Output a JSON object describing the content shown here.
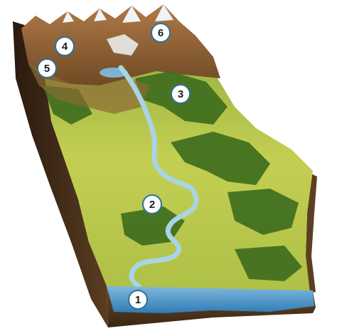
{
  "markers": [
    {
      "id": "m1",
      "label": "1"
    },
    {
      "id": "m2",
      "label": "2"
    },
    {
      "id": "m3",
      "label": "3"
    },
    {
      "id": "m4",
      "label": "4"
    },
    {
      "id": "m5",
      "label": "5"
    },
    {
      "id": "m6",
      "label": "6"
    }
  ],
  "colors": {
    "sky": "#ffffff",
    "plain_green": "#b9c94a",
    "forest_green": "#3f6e1e",
    "soil_dark": "#3a2716",
    "mountain_brown": "#8a5a32",
    "snow": "#eef3f5",
    "lake_blue": "#4f96c8",
    "river_blue": "#a9d4e6",
    "marker_fill": "#ffffff",
    "marker_stroke": "#2e6f9e"
  }
}
